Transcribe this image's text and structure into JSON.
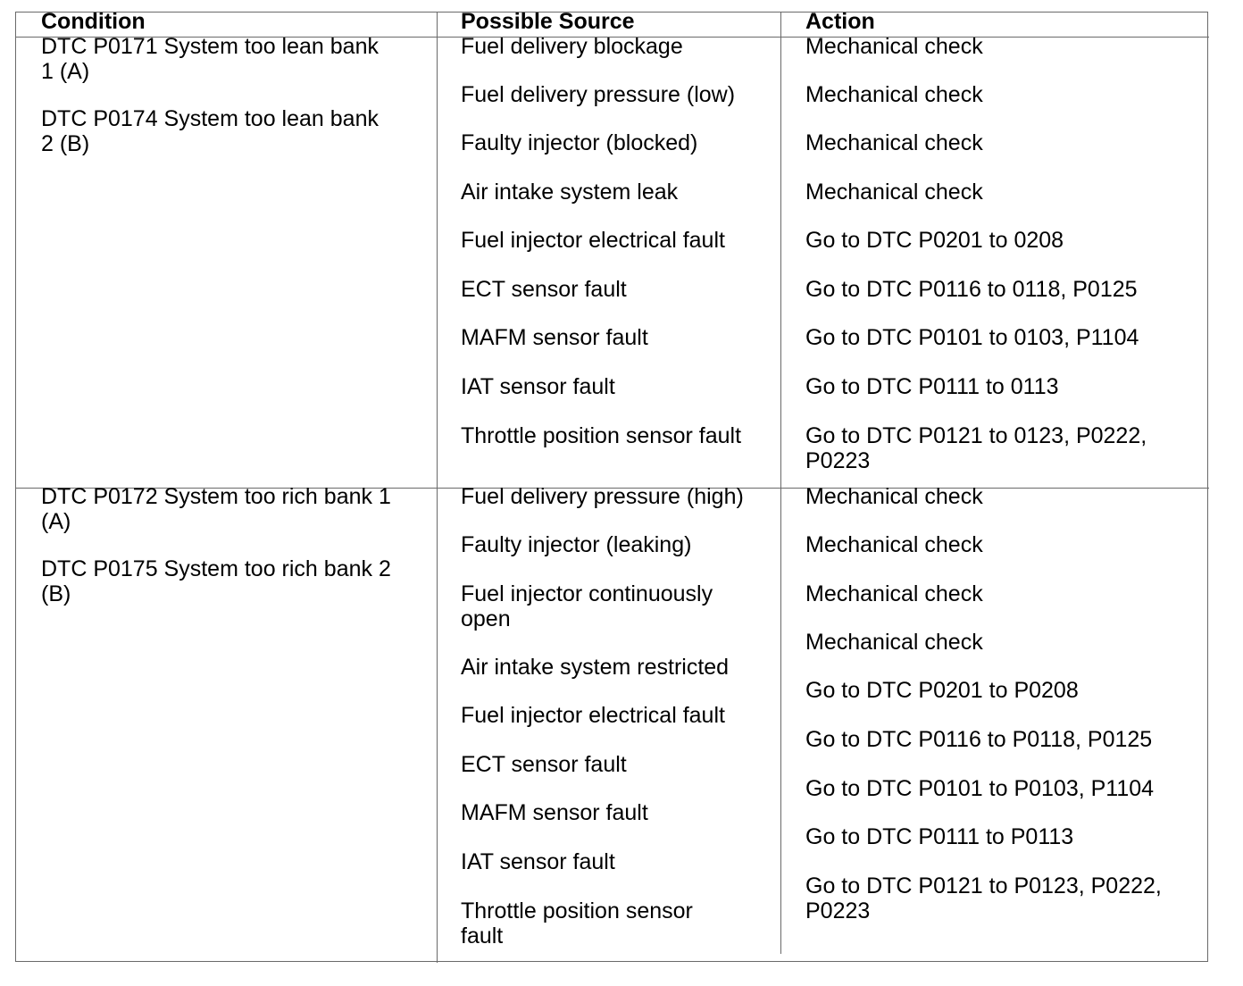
{
  "header": {
    "condition": "Condition",
    "possible_source": "Possible Source",
    "action": "Action"
  },
  "groups": [
    {
      "conditions": [
        "DTC P0171 System too lean bank\n1 (A)",
        "DTC P0174 System too lean bank\n2 (B)"
      ],
      "sources": [
        "Fuel delivery blockage",
        "Fuel delivery pressure (low)",
        "Faulty injector (blocked)",
        "Air intake system leak",
        "Fuel injector electrical fault",
        "ECT sensor fault",
        "MAFM sensor fault",
        "IAT sensor fault",
        "Throttle position sensor fault"
      ],
      "actions": [
        "Mechanical check",
        "Mechanical check",
        "Mechanical check",
        "Mechanical check",
        "Go to DTC P0201 to 0208",
        "Go to DTC P0116 to 0118, P0125",
        "Go to DTC P0101 to 0103, P1104",
        "Go to DTC P0111 to 0113",
        "Go to DTC P0121 to 0123, P0222,\nP0223"
      ]
    },
    {
      "conditions": [
        "DTC P0172 System too rich bank 1\n(A)",
        "DTC P0175 System too rich bank 2\n(B)"
      ],
      "sources": [
        "Fuel delivery pressure (high)",
        "Faulty injector (leaking)",
        "Fuel injector continuously\nopen",
        "Air intake system restricted",
        "Fuel injector electrical fault",
        "ECT sensor fault",
        "MAFM sensor fault",
        "IAT sensor fault",
        "Throttle position sensor\nfault"
      ],
      "actions": [
        "Mechanical check",
        "Mechanical check",
        "Mechanical check",
        "Mechanical check",
        "Go to DTC P0201 to P0208",
        "Go to DTC P0116 to P0118, P0125",
        "Go to DTC P0101 to P0103, P1104",
        "Go to DTC P0111 to P0113",
        "Go to DTC P0121 to P0123, P0222,\nP0223"
      ]
    }
  ]
}
